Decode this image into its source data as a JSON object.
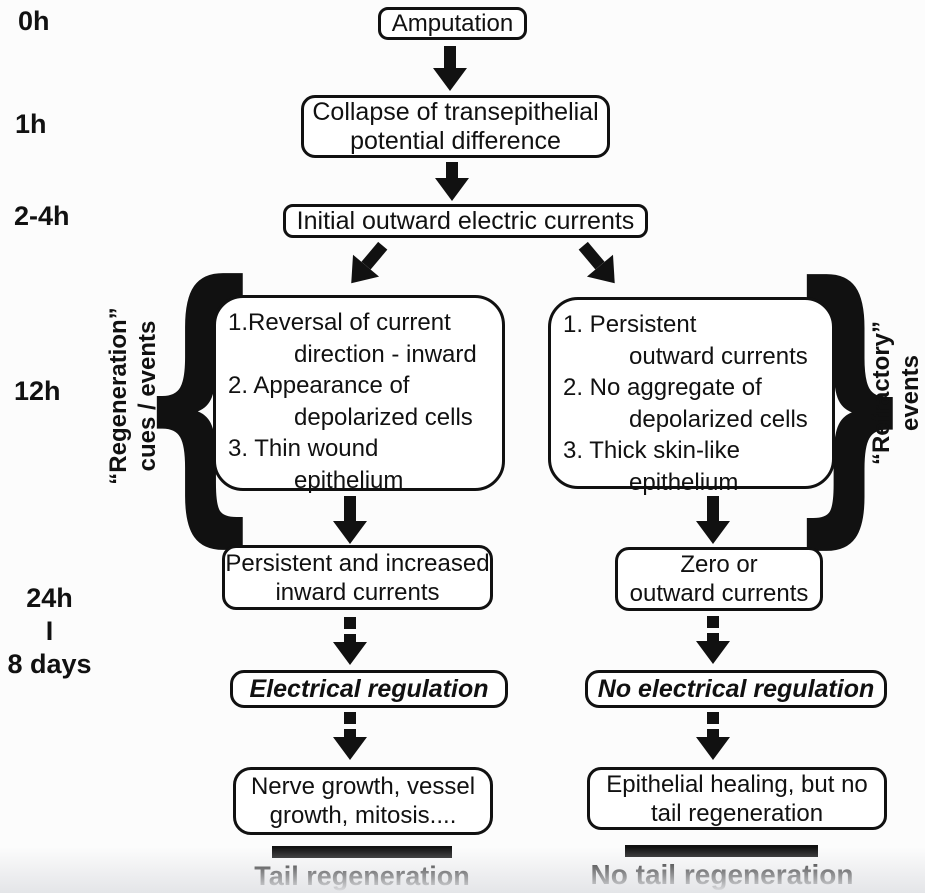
{
  "colors": {
    "ink": "#111111",
    "paper": "#ffffff"
  },
  "icons": {
    "left_brace": "{",
    "right_brace": "}"
  },
  "timeline": {
    "h0": "0h",
    "h1": "1h",
    "h2_4": "2-4h",
    "h12": "12h",
    "h24": "24h",
    "connector": "I",
    "d8": "8 days"
  },
  "flow": {
    "amputation": "Amputation",
    "collapse": [
      "Collapse of transepithelial",
      "potential difference"
    ],
    "initial": "Initial outward electric currents"
  },
  "left": {
    "side_label": [
      "“Regeneration”",
      "cues / events"
    ],
    "events": [
      "1.Reversal of current",
      "direction - inward",
      "2. Appearance of",
      "depolarized cells",
      "3. Thin wound",
      "epithelium"
    ],
    "currents": [
      "Persistent and increased",
      "inward currents"
    ],
    "regulation": "Electrical regulation",
    "outcome": [
      "Nerve growth, vessel",
      "growth, mitosis...."
    ],
    "result": "Tail regeneration"
  },
  "right": {
    "side_label": [
      "“Refractory”",
      "events"
    ],
    "events": [
      "1. Persistent",
      "outward currents",
      "2. No aggregate of",
      "depolarized cells",
      "3. Thick skin-like",
      "epithelium"
    ],
    "currents": [
      "Zero or",
      "outward currents"
    ],
    "regulation": "No electrical regulation",
    "outcome": [
      "Epithelial healing, but no",
      "tail regeneration"
    ],
    "result": "No tail regeneration"
  }
}
